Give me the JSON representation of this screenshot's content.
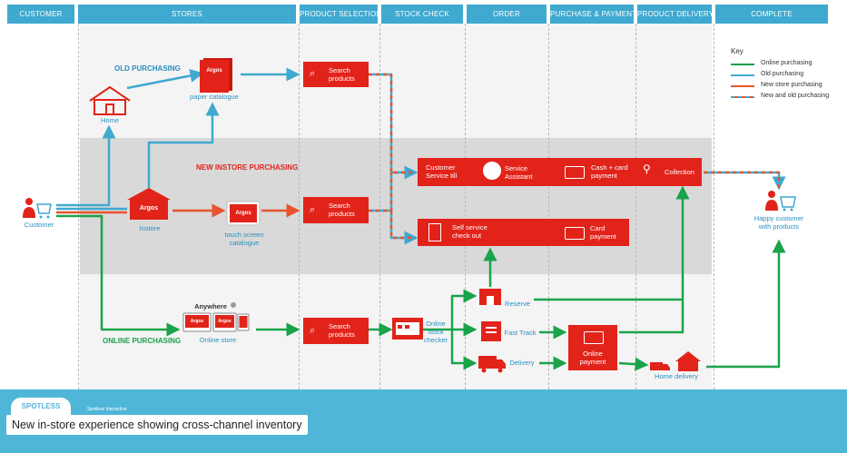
{
  "columns": [
    {
      "key": "customer",
      "label": "CUSTOMER"
    },
    {
      "key": "stores",
      "label": "STORES"
    },
    {
      "key": "product_selection",
      "label": "PRODUCT SELECTION"
    },
    {
      "key": "stock_check",
      "label": "STOCK CHECK"
    },
    {
      "key": "order",
      "label": "ORDER"
    },
    {
      "key": "purchase_payment",
      "label": "PURCHASE & PAYMENT"
    },
    {
      "key": "product_delivery",
      "label": "PRODUCT DELIVERY"
    },
    {
      "key": "complete",
      "label": "COMPLETE"
    }
  ],
  "sections": {
    "old_purchasing": "OLD PURCHASING",
    "new_instore_purchasing": "NEW INSTORE PURCHASING",
    "online_purchasing": "ONLINE PURCHASING"
  },
  "nodes": {
    "customer": "Customer",
    "home": "Home",
    "paper_catalogue": "paper catalogue",
    "instore": "Instore",
    "touch_screen_catalogue": "touch screen\ncatalogue",
    "anywhere": "Anywhere",
    "online_store": "Online store",
    "search_products": "Search\nproducts",
    "online_stock_checker": "Online\nstock\nchecker",
    "customer_service_till": "Customer\nService till",
    "service_assistant": "Service\nAssistant",
    "cash_card_payment": "Cash + card\npayment",
    "collection": "Collection",
    "self_service_check_out": "Self service\ncheck out",
    "card_payment": "Card\npayment",
    "reserve": "Reserve",
    "fast_track": "Fast Track",
    "delivery": "Delivery",
    "online_payment": "Online\npayment",
    "home_delivery": "Home delivery",
    "happy_customer": "Happy customer\nwith products",
    "argos": "Argos"
  },
  "key": {
    "title": "Key",
    "items": [
      {
        "label": "Online purchasing",
        "color": "#1aa34a"
      },
      {
        "label": "Old purchasing",
        "color": "#3fa9cf"
      },
      {
        "label": "New store purchasing",
        "color": "#e8542f"
      },
      {
        "label": "New and old purchasing",
        "color": "mixed"
      }
    ]
  },
  "colors": {
    "header": "#3fa9cf",
    "red": "#e2231a",
    "green": "#1aa34a",
    "blue": "#3fa9cf",
    "orange": "#e8542f",
    "label_blue": "#2b8fc0",
    "footer": "#4fb6d8"
  },
  "footer": {
    "logo_text": "SPOTLESS",
    "small_text": "Spotless Interactive",
    "caption": "New in-store experience showing cross-channel inventory"
  }
}
